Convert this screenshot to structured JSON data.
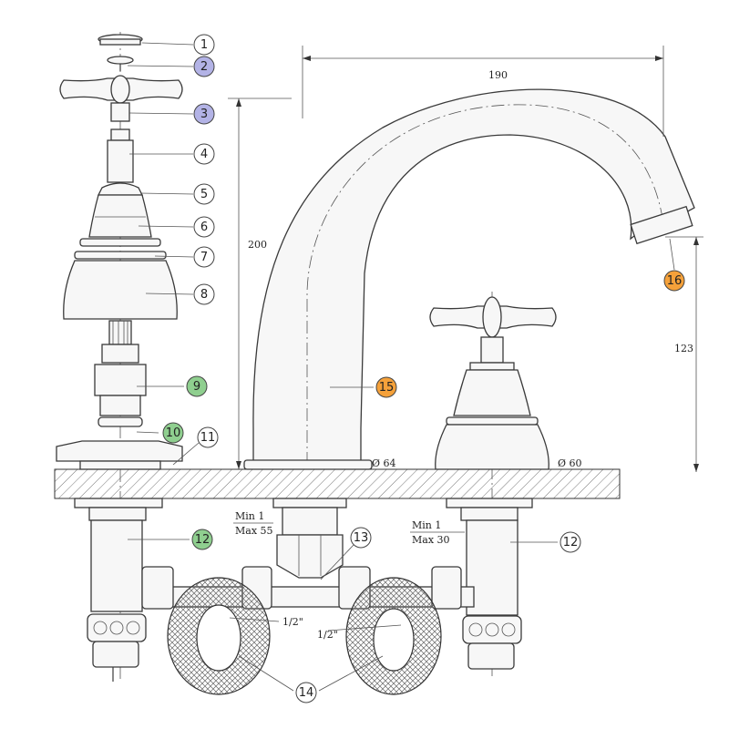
{
  "callouts": [
    {
      "label": "1",
      "color": "#ffffff"
    },
    {
      "label": "2",
      "color": "#b3b3e6"
    },
    {
      "label": "3",
      "color": "#b3b3e6"
    },
    {
      "label": "4",
      "color": "#ffffff"
    },
    {
      "label": "5",
      "color": "#ffffff"
    },
    {
      "label": "6",
      "color": "#ffffff"
    },
    {
      "label": "7",
      "color": "#ffffff"
    },
    {
      "label": "8",
      "color": "#ffffff"
    },
    {
      "label": "9",
      "color": "#8fcf8f"
    },
    {
      "label": "10",
      "color": "#8fcf8f"
    },
    {
      "label": "11",
      "color": "#ffffff"
    },
    {
      "label": "12",
      "color": "#8fcf8f"
    },
    {
      "label": "12",
      "color": "#ffffff"
    },
    {
      "label": "13",
      "color": "#ffffff"
    },
    {
      "label": "14",
      "color": "#ffffff"
    },
    {
      "label": "15",
      "color": "#f5a13a"
    },
    {
      "label": "16",
      "color": "#f5a13a"
    }
  ],
  "dimensions": {
    "width_spout": "190",
    "height_total": "200",
    "height_outlet": "123",
    "dia_spout_base": "Ø 64",
    "dia_valve_base": "Ø 60",
    "center_min": "Min 1",
    "center_max": "Max 55",
    "right_min": "Min 1",
    "right_max": "Max 30",
    "thread_left": "1/2\"",
    "thread_right": "1/2\""
  }
}
